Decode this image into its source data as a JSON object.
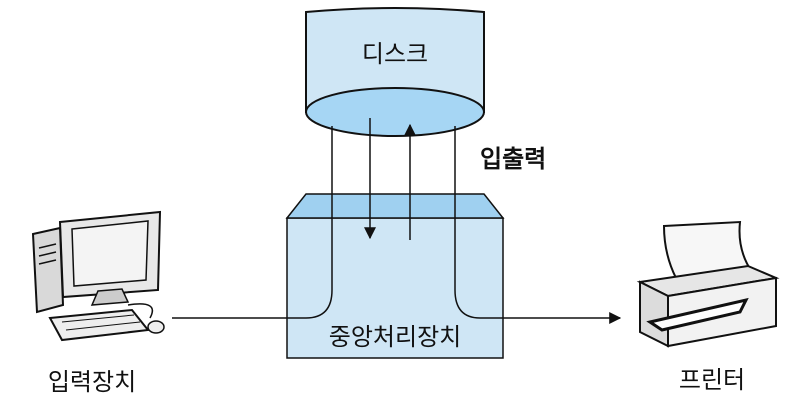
{
  "disk": {
    "label": "디스크"
  },
  "io": {
    "label": "입출력"
  },
  "cpu": {
    "label": "중앙처리장치"
  },
  "input_device": {
    "label": "입력장치"
  },
  "printer": {
    "label": "프린터"
  },
  "colors": {
    "box_fill": "#cfe6f5",
    "box_top_fill": "#9fd0f0",
    "disk_bottom_fill": "#a6d6f4",
    "stroke": "#111111",
    "printer_fill": "#f2f2f2"
  }
}
